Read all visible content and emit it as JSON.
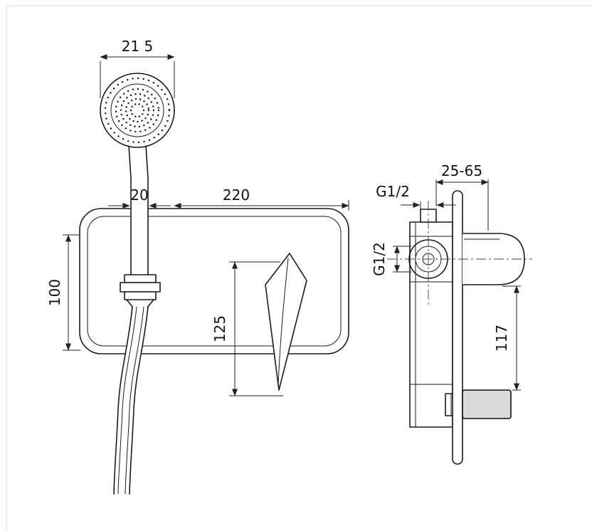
{
  "page": {
    "background": "#ffffff",
    "line_color": "#1a1a1a",
    "dim_color": "#222222",
    "handle_fill": "#d9d9d9",
    "frame_color": "#d8d8d8"
  },
  "labels": {
    "head_diameter": "21 5",
    "neck_width": "20",
    "plate_width": "220",
    "plate_height": "100",
    "lever_length": "125",
    "install_depth": "25-65",
    "top_thread": "G1/2",
    "side_thread": "G1/2",
    "spout_height": "117"
  }
}
